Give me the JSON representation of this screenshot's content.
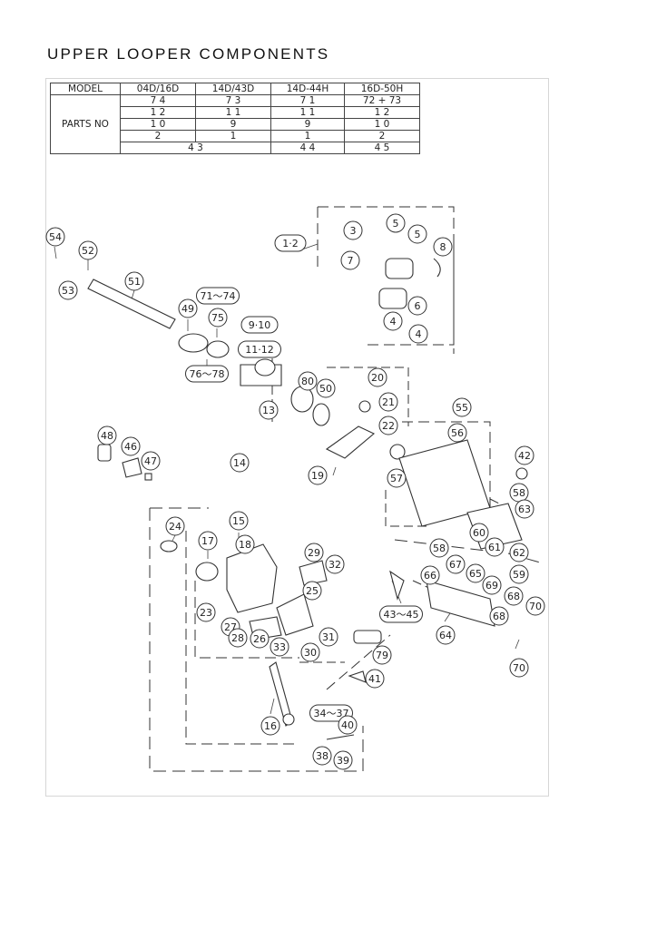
{
  "title": "UPPER LOOPER COMPONENTS",
  "table": {
    "model_label": "MODEL",
    "parts_label": "PARTS NO",
    "models": [
      "04D/16D",
      "14D/43D",
      "14D-44H",
      "16D-50H"
    ],
    "rows": [
      [
        "7 4",
        "7 3",
        "7 1",
        "72 + 73"
      ],
      [
        "1 2",
        "1 1",
        "1 1",
        "1 2"
      ],
      [
        "1 0",
        "9",
        "9",
        "1 0"
      ],
      [
        "2",
        "1",
        "1",
        "2"
      ]
    ],
    "last_row": [
      "4 3",
      "4 4",
      "4 5"
    ]
  },
  "callouts": [
    {
      "id": "c54",
      "text": "54"
    },
    {
      "id": "c52",
      "text": "52"
    },
    {
      "id": "c53",
      "text": "53"
    },
    {
      "id": "c51",
      "text": "51"
    },
    {
      "id": "c49",
      "text": "49"
    },
    {
      "id": "c71_74",
      "text": "71〜74"
    },
    {
      "id": "c75",
      "text": "75"
    },
    {
      "id": "c9_10",
      "text": "9·10"
    },
    {
      "id": "c11_12",
      "text": "11·12"
    },
    {
      "id": "c76_78",
      "text": "76〜78"
    },
    {
      "id": "c13",
      "text": "13"
    },
    {
      "id": "c1_2",
      "text": "1·2"
    },
    {
      "id": "c3",
      "text": "3"
    },
    {
      "id": "c5a",
      "text": "5"
    },
    {
      "id": "c5b",
      "text": "5"
    },
    {
      "id": "c8",
      "text": "8"
    },
    {
      "id": "c7",
      "text": "7"
    },
    {
      "id": "c6",
      "text": "6"
    },
    {
      "id": "c4a",
      "text": "4"
    },
    {
      "id": "c4b",
      "text": "4"
    },
    {
      "id": "c80",
      "text": "80"
    },
    {
      "id": "c50",
      "text": "50"
    },
    {
      "id": "c20",
      "text": "20"
    },
    {
      "id": "c21",
      "text": "21"
    },
    {
      "id": "c22",
      "text": "22"
    },
    {
      "id": "c55",
      "text": "55"
    },
    {
      "id": "c56",
      "text": "56"
    },
    {
      "id": "c42",
      "text": "42"
    },
    {
      "id": "c48",
      "text": "48"
    },
    {
      "id": "c46",
      "text": "46"
    },
    {
      "id": "c47",
      "text": "47"
    },
    {
      "id": "c14",
      "text": "14"
    },
    {
      "id": "c19",
      "text": "19"
    },
    {
      "id": "c57",
      "text": "57"
    },
    {
      "id": "c58a",
      "text": "58"
    },
    {
      "id": "c63",
      "text": "63"
    },
    {
      "id": "c60",
      "text": "60"
    },
    {
      "id": "c61",
      "text": "61"
    },
    {
      "id": "c62",
      "text": "62"
    },
    {
      "id": "c59",
      "text": "59"
    },
    {
      "id": "c58b",
      "text": "58"
    },
    {
      "id": "c15",
      "text": "15"
    },
    {
      "id": "c24",
      "text": "24"
    },
    {
      "id": "c17",
      "text": "17"
    },
    {
      "id": "c18",
      "text": "18"
    },
    {
      "id": "c29",
      "text": "29"
    },
    {
      "id": "c32",
      "text": "32"
    },
    {
      "id": "c66",
      "text": "66"
    },
    {
      "id": "c67",
      "text": "67"
    },
    {
      "id": "c65",
      "text": "65"
    },
    {
      "id": "c69",
      "text": "69"
    },
    {
      "id": "c25",
      "text": "25"
    },
    {
      "id": "c23",
      "text": "23"
    },
    {
      "id": "c43_45",
      "text": "43〜45"
    },
    {
      "id": "c68a",
      "text": "68"
    },
    {
      "id": "c70a",
      "text": "70"
    },
    {
      "id": "c68b",
      "text": "68"
    },
    {
      "id": "c27",
      "text": "27"
    },
    {
      "id": "c28",
      "text": "28"
    },
    {
      "id": "c26",
      "text": "26"
    },
    {
      "id": "c33",
      "text": "33"
    },
    {
      "id": "c31",
      "text": "31"
    },
    {
      "id": "c30",
      "text": "30"
    },
    {
      "id": "c79",
      "text": "79"
    },
    {
      "id": "c64",
      "text": "64"
    },
    {
      "id": "c70b",
      "text": "70"
    },
    {
      "id": "c41",
      "text": "41"
    },
    {
      "id": "c34_37",
      "text": "34〜37"
    },
    {
      "id": "c40",
      "text": "40"
    },
    {
      "id": "c16",
      "text": "16"
    },
    {
      "id": "c38",
      "text": "38"
    },
    {
      "id": "c39",
      "text": "39"
    }
  ]
}
